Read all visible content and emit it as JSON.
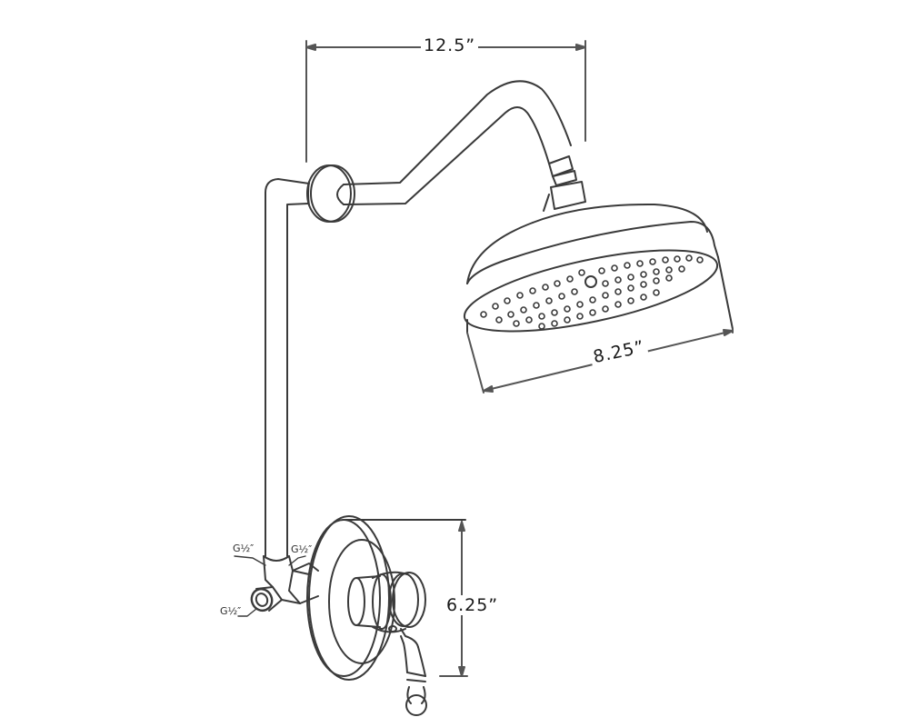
{
  "diagram": {
    "type": "technical-drawing",
    "subject": "wall-mounted rain shower system with shower arm, round shower head and single-lever pressure valve",
    "line_color": "#3a3a3a",
    "background": "#ffffff",
    "dimensions": {
      "arm_reach": {
        "label": "12.5”",
        "value": 12.5,
        "unit": "in",
        "orientation": "horizontal"
      },
      "head_diameter": {
        "label": "8.25”",
        "value": 8.25,
        "unit": "in",
        "orientation": "angled"
      },
      "valve_plate_height": {
        "label": "6.25”",
        "value": 6.25,
        "unit": "in",
        "orientation": "vertical"
      }
    },
    "thread_callouts": [
      {
        "id": "riser-inlet-left",
        "label": "G½″"
      },
      {
        "id": "riser-inlet-right",
        "label": "G½″"
      },
      {
        "id": "side-outlet",
        "label": "G½″"
      }
    ],
    "components": [
      {
        "id": "riser-pipe",
        "label": "Vertical riser pipe"
      },
      {
        "id": "wall-flange",
        "label": "Wall flange"
      },
      {
        "id": "shower-arm",
        "label": "Gooseneck shower arm"
      },
      {
        "id": "shower-head",
        "label": "Round rain shower head"
      },
      {
        "id": "valve-trim-plate",
        "label": "Valve trim plate"
      },
      {
        "id": "valve-lever",
        "label": "Single lever handle"
      },
      {
        "id": "diverter-tee",
        "label": "Tee connector"
      }
    ]
  }
}
